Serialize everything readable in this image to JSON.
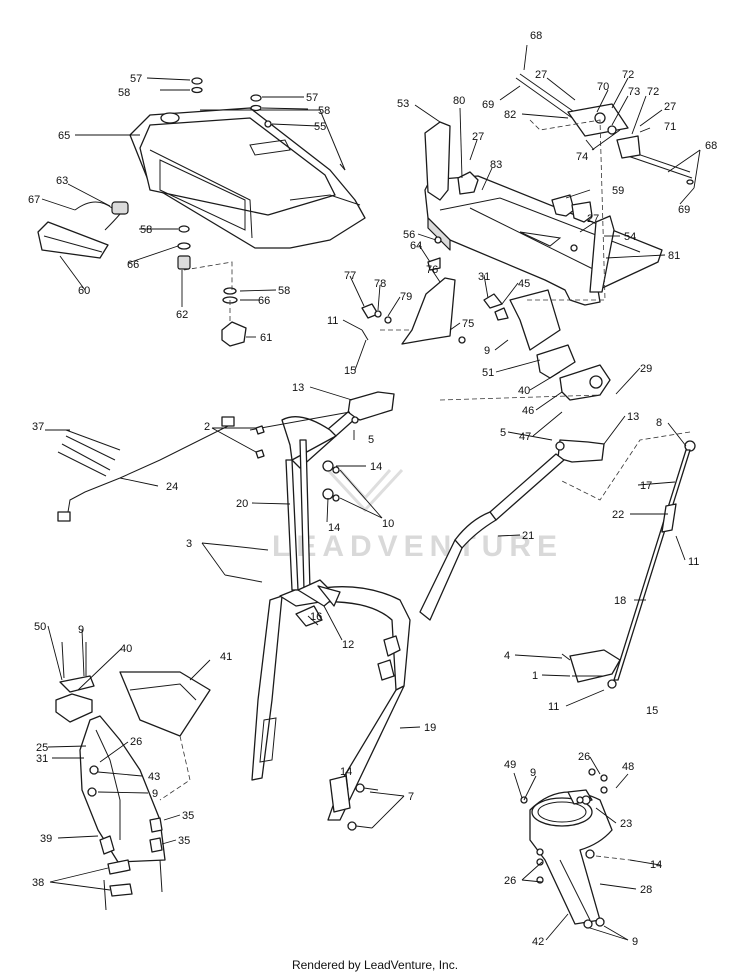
{
  "watermark": "LEADVENTURE",
  "footer": "Rendered by LeadVenture, Inc.",
  "callouts": [
    "68",
    "27",
    "70",
    "72",
    "73",
    "72",
    "69",
    "82",
    "27",
    "71",
    "68",
    "69",
    "74",
    "53",
    "80",
    "27",
    "83",
    "59",
    "27",
    "54",
    "81",
    "57",
    "58",
    "57",
    "58",
    "55",
    "65",
    "63",
    "67",
    "58",
    "66",
    "60",
    "62",
    "58",
    "66",
    "61",
    "64",
    "56",
    "31",
    "45",
    "77",
    "78",
    "79",
    "76",
    "75",
    "11",
    "15",
    "9",
    "51",
    "40",
    "29",
    "46",
    "47",
    "13",
    "5",
    "13",
    "5",
    "8",
    "37",
    "2",
    "14",
    "24",
    "14",
    "10",
    "20",
    "21",
    "17",
    "22",
    "11",
    "3",
    "16",
    "12",
    "18",
    "50",
    "9",
    "40",
    "41",
    "4",
    "1",
    "11",
    "15",
    "25",
    "31",
    "26",
    "43",
    "9",
    "19",
    "14",
    "7",
    "26",
    "49",
    "9",
    "48",
    "23",
    "35",
    "39",
    "35",
    "14",
    "38",
    "26",
    "28",
    "42",
    "9"
  ]
}
